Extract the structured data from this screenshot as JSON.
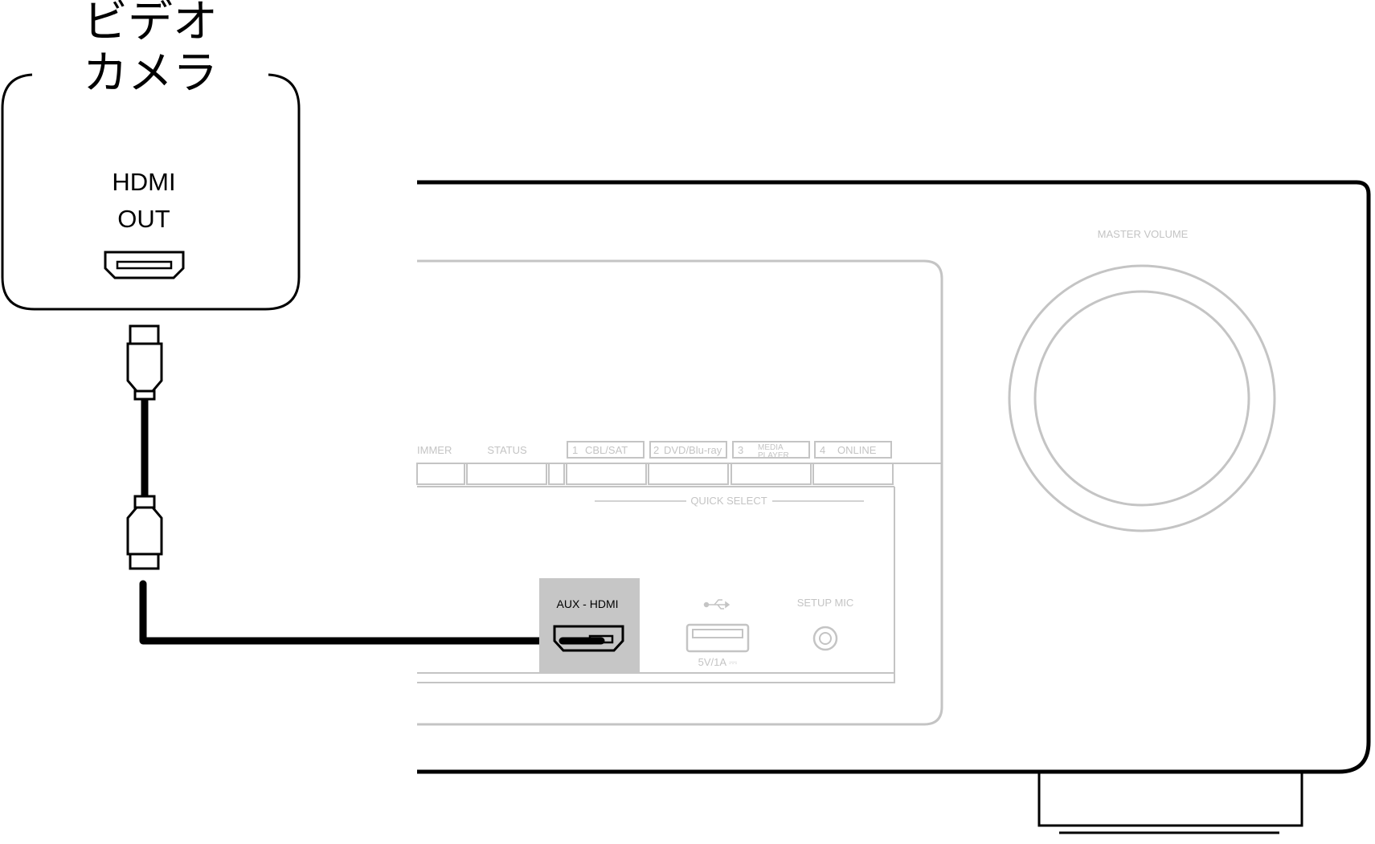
{
  "camera": {
    "title_line1": "ビデオ",
    "title_line2": "カメラ",
    "port_line1": "HDMI",
    "port_line2": "OUT"
  },
  "receiver": {
    "master_volume_label": "MASTER VOLUME",
    "dimmer_label": "IMMER",
    "status_label": "STATUS",
    "quick_select_label": "QUICK SELECT",
    "quick_select_buttons": [
      {
        "number": "1",
        "label": "CBL/SAT"
      },
      {
        "number": "2",
        "label": "DVD/Blu-ray"
      },
      {
        "number": "3",
        "label_line1": "MEDIA",
        "label_line2": "PLAYER"
      },
      {
        "number": "4",
        "label": "ONLINE"
      }
    ],
    "aux_hdmi_label": "AUX - HDMI",
    "usb_power_label": "5V/1A ⎓",
    "setup_mic_label": "SETUP MIC"
  },
  "colors": {
    "line": "#000000",
    "panel_gray": "#c4c4c4",
    "aux_highlight": "#c6c6c6",
    "background": "#ffffff"
  }
}
